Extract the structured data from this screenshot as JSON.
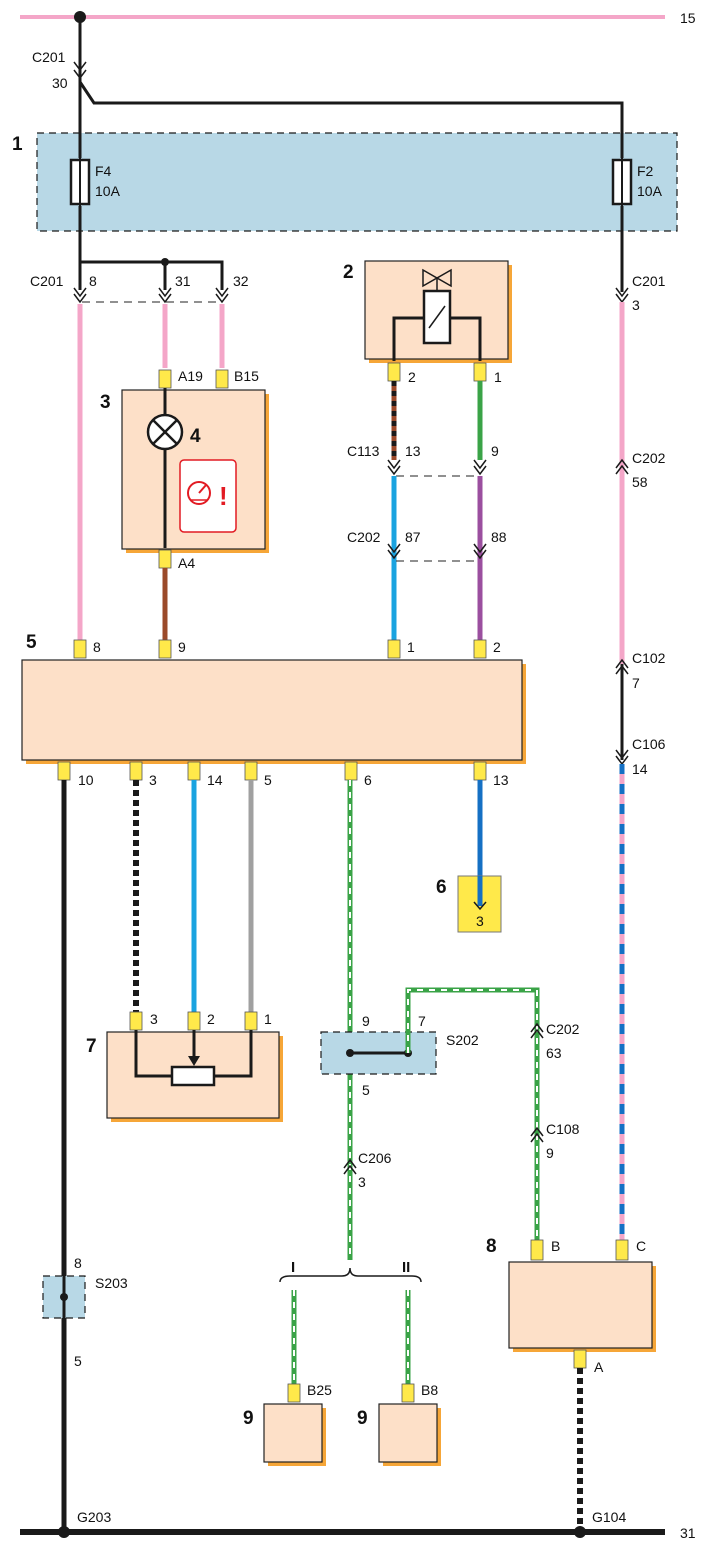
{
  "rails": {
    "top": "15",
    "bottom": "31"
  },
  "components": {
    "c1": "1",
    "c2": "2",
    "c3": "3",
    "c4": "4",
    "c5": "5",
    "c6": "6",
    "c7": "7",
    "c8": "8",
    "c9a": "9",
    "c9b": "9"
  },
  "fuses": {
    "f4": {
      "name": "F4",
      "rating": "10A"
    },
    "f2": {
      "name": "F2",
      "rating": "10A"
    }
  },
  "alert_glyph": "!",
  "connectors": {
    "c201_top": {
      "name": "C201",
      "pin": "30"
    },
    "c201_a": {
      "name": "C201",
      "pin": "8"
    },
    "c201_b": "31",
    "c201_c": "32",
    "c201_d": {
      "name": "C201",
      "pin": "3"
    },
    "c113": {
      "name": "C113",
      "pin": "13"
    },
    "c113_b": "9",
    "c202_a": {
      "name": "C202",
      "pin": "87"
    },
    "c202_b": "88",
    "c202_c": {
      "name": "C202",
      "pin": "58"
    },
    "c102": {
      "name": "C102",
      "pin": "7"
    },
    "c106": {
      "name": "C106",
      "pin": "14"
    },
    "c202_d": {
      "name": "C202",
      "pin": "63"
    },
    "c108": {
      "name": "C108",
      "pin": "9"
    },
    "c206": {
      "name": "C206",
      "pin": "3"
    }
  },
  "pins": {
    "p3_a19": "A19",
    "p3_b15": "B15",
    "p3_a4": "A4",
    "p2_2": "2",
    "p2_1": "1",
    "p5_8": "8",
    "p5_9": "9",
    "p5_1": "1",
    "p5_2": "2",
    "p5_10": "10",
    "p5_3": "3",
    "p5_14": "14",
    "p5_5": "5",
    "p5_6": "6",
    "p5_13": "13",
    "p6_3": "3",
    "p7_3": "3",
    "p7_2": "2",
    "p7_1": "1",
    "p8_b": "B",
    "p8_c": "C",
    "p8_a": "A",
    "p9_b25": "B25",
    "p9_b8": "B8"
  },
  "splices": {
    "s202": {
      "name": "S202",
      "p9": "9",
      "p7": "7",
      "p5": "5"
    },
    "s203": {
      "name": "S203",
      "p8": "8",
      "p5": "5"
    }
  },
  "grounds": {
    "g203": "G203",
    "g104": "G104"
  },
  "variants": {
    "v1": "I",
    "v2": "II"
  },
  "wire_colors": {
    "pink": "#f4a6c8",
    "brown": "#9b4a2a",
    "light_blue": "#1aa3e0",
    "purple": "#9b4f9f",
    "green": "#3aa347",
    "dark_blue": "#1570c4",
    "gray": "#a0a0a0",
    "black": "#1a1a1a",
    "component_fill": "#fde0c8",
    "component_shadow": "#f6a638",
    "fuse_box": "#b8d8e6",
    "pin": "#ffe94a"
  }
}
